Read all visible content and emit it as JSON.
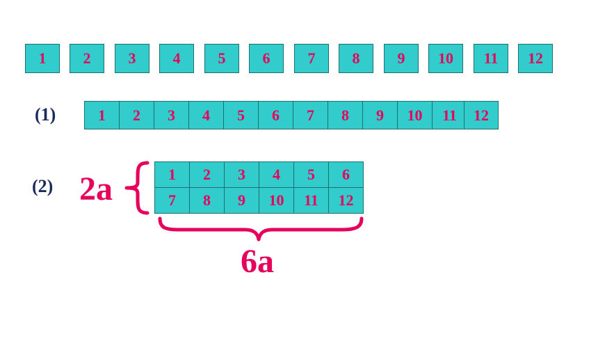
{
  "row_top": {
    "tiles": [
      "1",
      "2",
      "3",
      "4",
      "5",
      "6",
      "7",
      "8",
      "9",
      "10",
      "11",
      "12"
    ]
  },
  "arrangement_1": {
    "label": "(1)",
    "tiles": [
      "1",
      "2",
      "3",
      "4",
      "5",
      "6",
      "7",
      "8",
      "9",
      "10",
      "11",
      "12"
    ]
  },
  "arrangement_2": {
    "label": "(2)",
    "height_label": "2a",
    "width_label": "6a",
    "rows": [
      [
        "1",
        "2",
        "3",
        "4",
        "5",
        "6"
      ],
      [
        "7",
        "8",
        "9",
        "10",
        "11",
        "12"
      ]
    ]
  },
  "colors": {
    "tile_fill": "#33cccc",
    "number_text": "#e6005c",
    "label_text": "#1a2a5a",
    "brace": "#e6005c"
  }
}
